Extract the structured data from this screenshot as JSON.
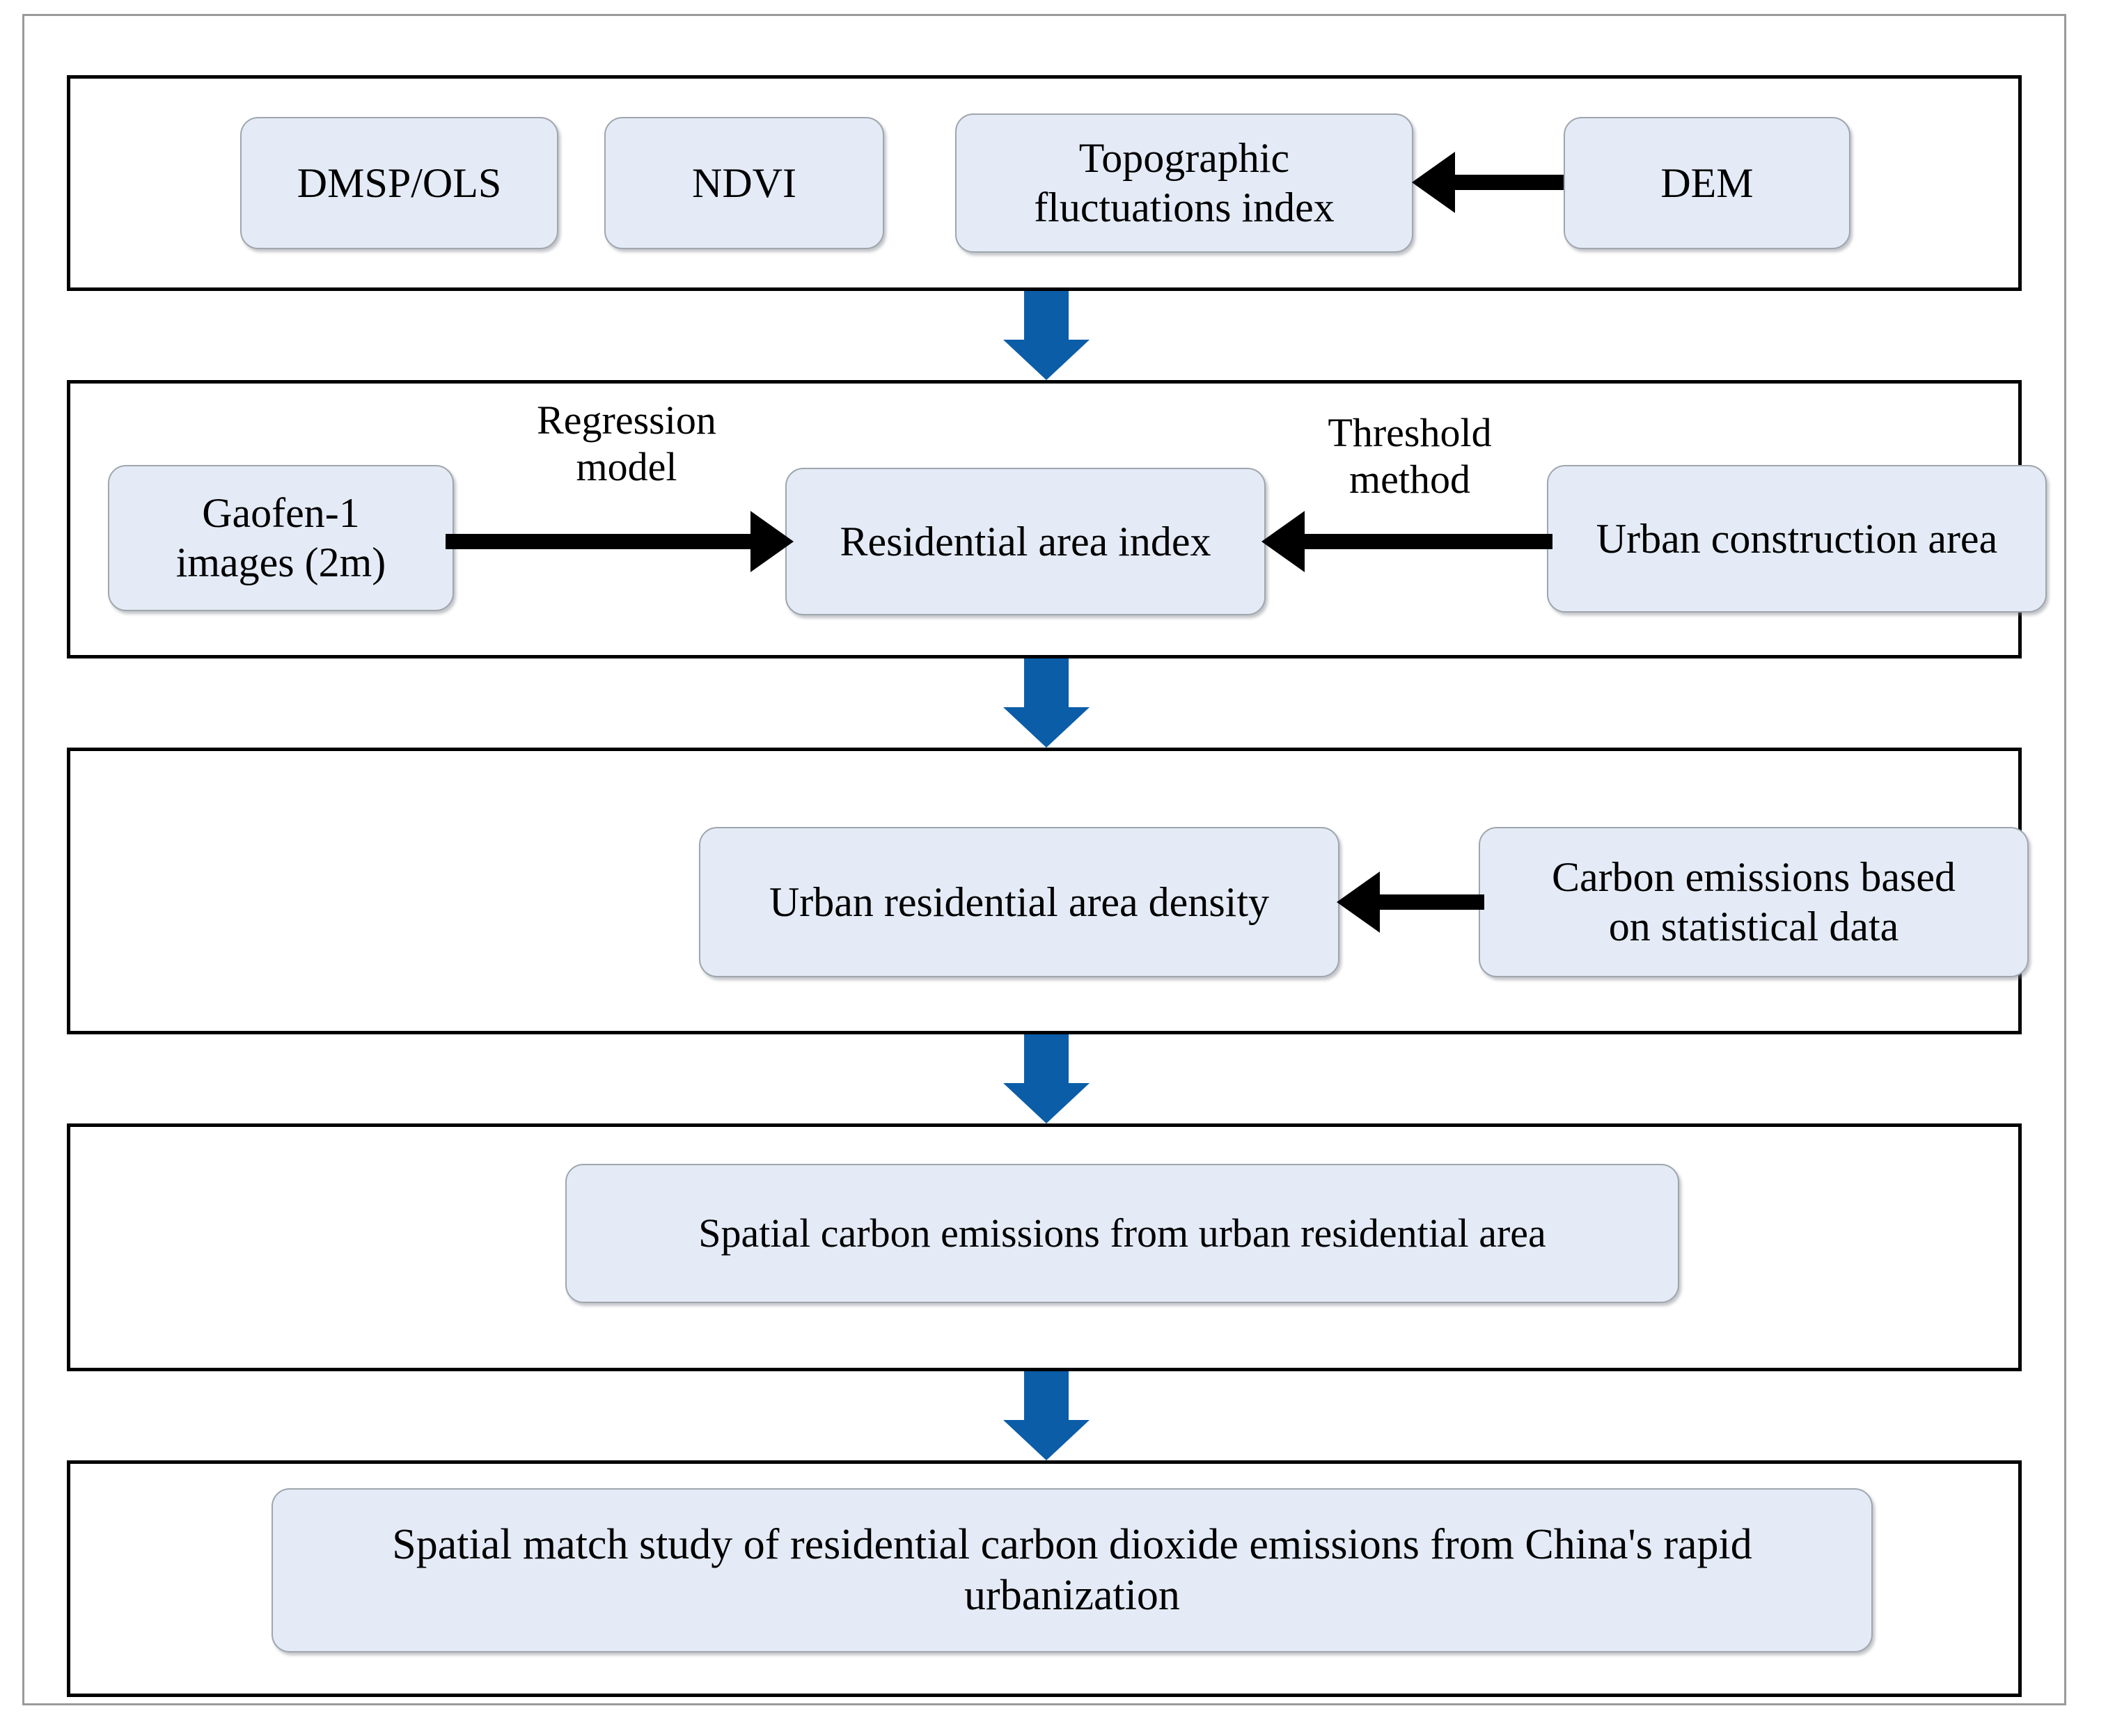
{
  "diagram": {
    "title": "Research framework flowchart",
    "colors": {
      "node_fill": "#E4EBF6",
      "node_border": "#9FA6AD",
      "section_border": "#000000",
      "frame_border": "#9A9A9A",
      "blue_arrow": "#0B5DA8",
      "connector_arrow": "#000000",
      "text": "#000000"
    },
    "sections": [
      {
        "id": "data-sources",
        "nodes": [
          {
            "id": "dmsp-ols",
            "label": "DMSP/OLS"
          },
          {
            "id": "ndvi",
            "label": "NDVI"
          },
          {
            "id": "topographic-fluctuations-index",
            "label": "Topographic\nfluctuations index"
          },
          {
            "id": "dem",
            "label": "DEM"
          }
        ],
        "arrows": [
          {
            "id": "dem-to-topographic",
            "from": "dem",
            "to": "topographic-fluctuations-index",
            "direction": "left",
            "label": ""
          }
        ]
      },
      {
        "id": "residential-area-index",
        "nodes": [
          {
            "id": "gaofen-1-images",
            "label": "Gaofen-1\nimages (2m)"
          },
          {
            "id": "residential-area-index-node",
            "label": "Residential area index"
          },
          {
            "id": "urban-construction-area",
            "label": "Urban construction area"
          }
        ],
        "arrows": [
          {
            "id": "gaofen-to-index",
            "from": "gaofen-1-images",
            "to": "residential-area-index-node",
            "direction": "right",
            "label": "Regression\nmodel"
          },
          {
            "id": "urban-construction-to-index",
            "from": "urban-construction-area",
            "to": "residential-area-index-node",
            "direction": "left",
            "label": "Threshold\nmethod"
          }
        ]
      },
      {
        "id": "density",
        "nodes": [
          {
            "id": "urban-residential-area-density",
            "label": "Urban residential area density"
          },
          {
            "id": "carbon-emissions-statistical",
            "label": "Carbon emissions based\non statistical data"
          }
        ],
        "arrows": [
          {
            "id": "carbon-to-density",
            "from": "carbon-emissions-statistical",
            "to": "urban-residential-area-density",
            "direction": "left",
            "label": ""
          }
        ]
      },
      {
        "id": "spatial-emissions",
        "nodes": [
          {
            "id": "spatial-carbon-emissions",
            "label": "Spatial carbon emissions from urban residential area"
          }
        ],
        "arrows": []
      },
      {
        "id": "conclusion",
        "nodes": [
          {
            "id": "spatial-match-study",
            "label": "Spatial match study of residential carbon dioxide emissions from China's rapid urbanization"
          }
        ],
        "arrows": []
      }
    ],
    "flow_arrows": [
      {
        "id": "flow-arrow-1",
        "from": "data-sources",
        "to": "residential-area-index"
      },
      {
        "id": "flow-arrow-2",
        "from": "residential-area-index",
        "to": "density"
      },
      {
        "id": "flow-arrow-3",
        "from": "density",
        "to": "spatial-emissions"
      },
      {
        "id": "flow-arrow-4",
        "from": "spatial-emissions",
        "to": "conclusion"
      }
    ]
  }
}
